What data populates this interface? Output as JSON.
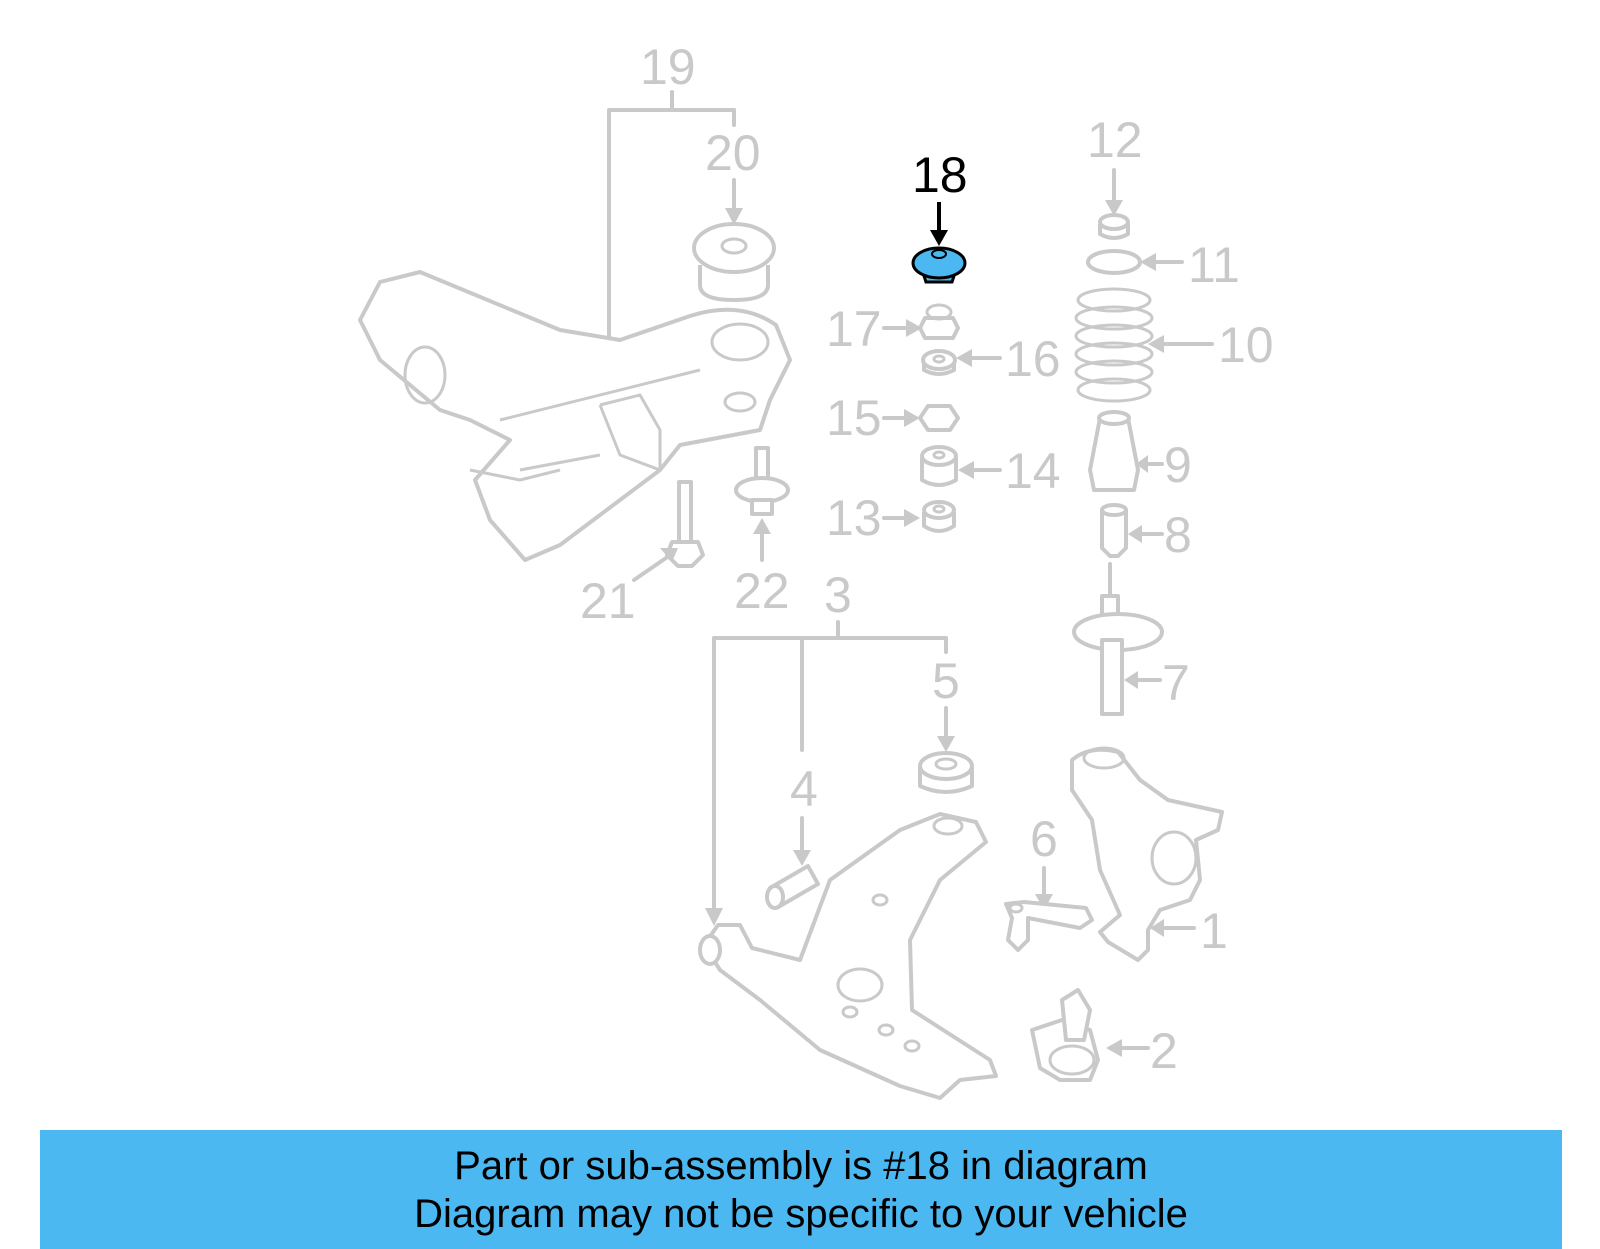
{
  "callouts": [
    "1",
    "2",
    "3",
    "4",
    "5",
    "6",
    "7",
    "8",
    "9",
    "10",
    "11",
    "12",
    "13",
    "14",
    "15",
    "16",
    "17",
    "18",
    "19",
    "20",
    "21",
    "22"
  ],
  "highlight": {
    "number": "18",
    "color": "#4cb8f2"
  },
  "banner": {
    "line1": "Part or sub-assembly is #18 in diagram",
    "line2": "Diagram may not be specific to your vehicle",
    "color": "#4cb8f2"
  },
  "colors": {
    "lineart": "#c9c9c9",
    "highlight_outline": "#000000"
  }
}
